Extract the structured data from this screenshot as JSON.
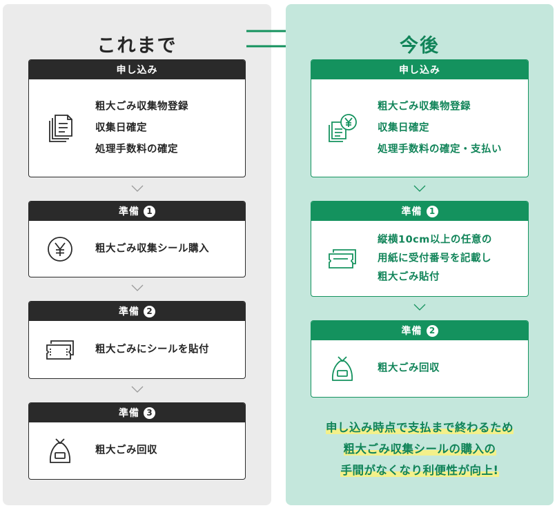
{
  "before": {
    "title": "これまで",
    "steps": [
      {
        "label": "申し込み",
        "number": "",
        "icon": "documents-icon",
        "lines": [
          "粗大ごみ収集物登録",
          "収集日確定",
          "処理手数料の確定"
        ]
      },
      {
        "label": "準備",
        "number": "1",
        "icon": "yen-coin-icon",
        "lines": [
          "粗大ごみ収集シール購入"
        ]
      },
      {
        "label": "準備",
        "number": "2",
        "icon": "sticker-tickets-icon",
        "lines": [
          "粗大ごみにシールを貼付"
        ]
      },
      {
        "label": "準備",
        "number": "3",
        "icon": "garbage-bag-icon",
        "lines": [
          "粗大ごみ回収"
        ]
      }
    ]
  },
  "after": {
    "title": "今後",
    "steps": [
      {
        "label": "申し込み",
        "number": "",
        "icon": "documents-yen-icon",
        "lines": [
          "粗大ごみ収集物登録",
          "収集日確定",
          "処理手数料の確定・支払い"
        ]
      },
      {
        "label": "準備",
        "number": "1",
        "icon": "paper-tickets-icon",
        "lines": [
          "縦横10cm以上の任意の",
          "用紙に受付番号を記載し",
          "粗大ごみ貼付"
        ]
      },
      {
        "label": "準備",
        "number": "2",
        "icon": "garbage-bag-icon",
        "lines": [
          "粗大ごみ回収"
        ]
      }
    ],
    "summary": [
      "申し込み時点で支払まで終わるため",
      "粗大ごみ収集シールの購入の",
      "手間がなくなり利便性が向上!"
    ]
  },
  "colors": {
    "dark": "#2a2a2a",
    "green": "#14925e",
    "green_text": "#118459",
    "left_bg": "#ebebeb",
    "right_bg": "#c4e7dc",
    "highlight": "#f3f08a"
  }
}
